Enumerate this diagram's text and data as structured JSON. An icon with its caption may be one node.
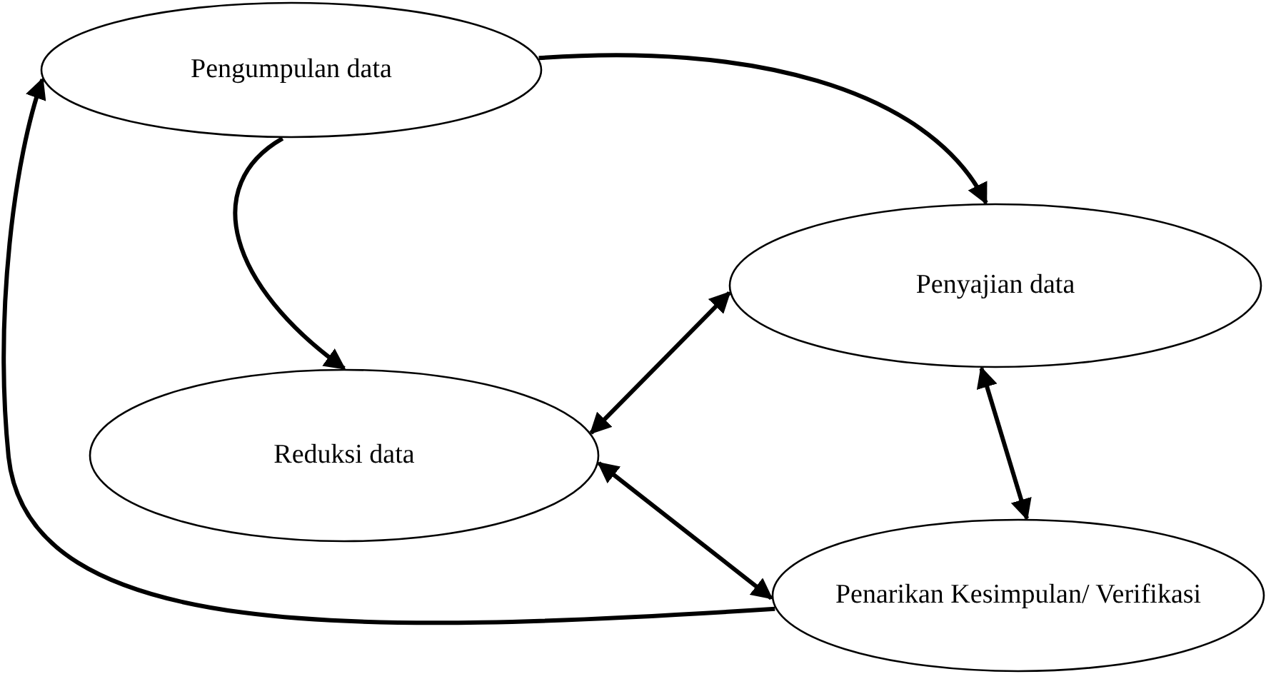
{
  "diagram": {
    "nodes": [
      {
        "text": [
          "Pengumpulan data"
        ]
      },
      {
        "text": [
          "Penyajian data"
        ]
      },
      {
        "text": [
          "Reduksi data"
        ]
      },
      {
        "text": [
          "Penarikan Kesimpulan/ Verifikasi"
        ]
      }
    ],
    "edges": [
      {
        "from": 0,
        "to": 1,
        "arrow": "to"
      },
      {
        "from": 0,
        "to": 2,
        "arrow": "to"
      },
      {
        "from": 2,
        "to": 1,
        "arrow": "both"
      },
      {
        "from": 1,
        "to": 3,
        "arrow": "both"
      },
      {
        "from": 2,
        "to": 3,
        "arrow": "both"
      },
      {
        "from": 3,
        "to": 0,
        "arrow": "to"
      }
    ]
  }
}
